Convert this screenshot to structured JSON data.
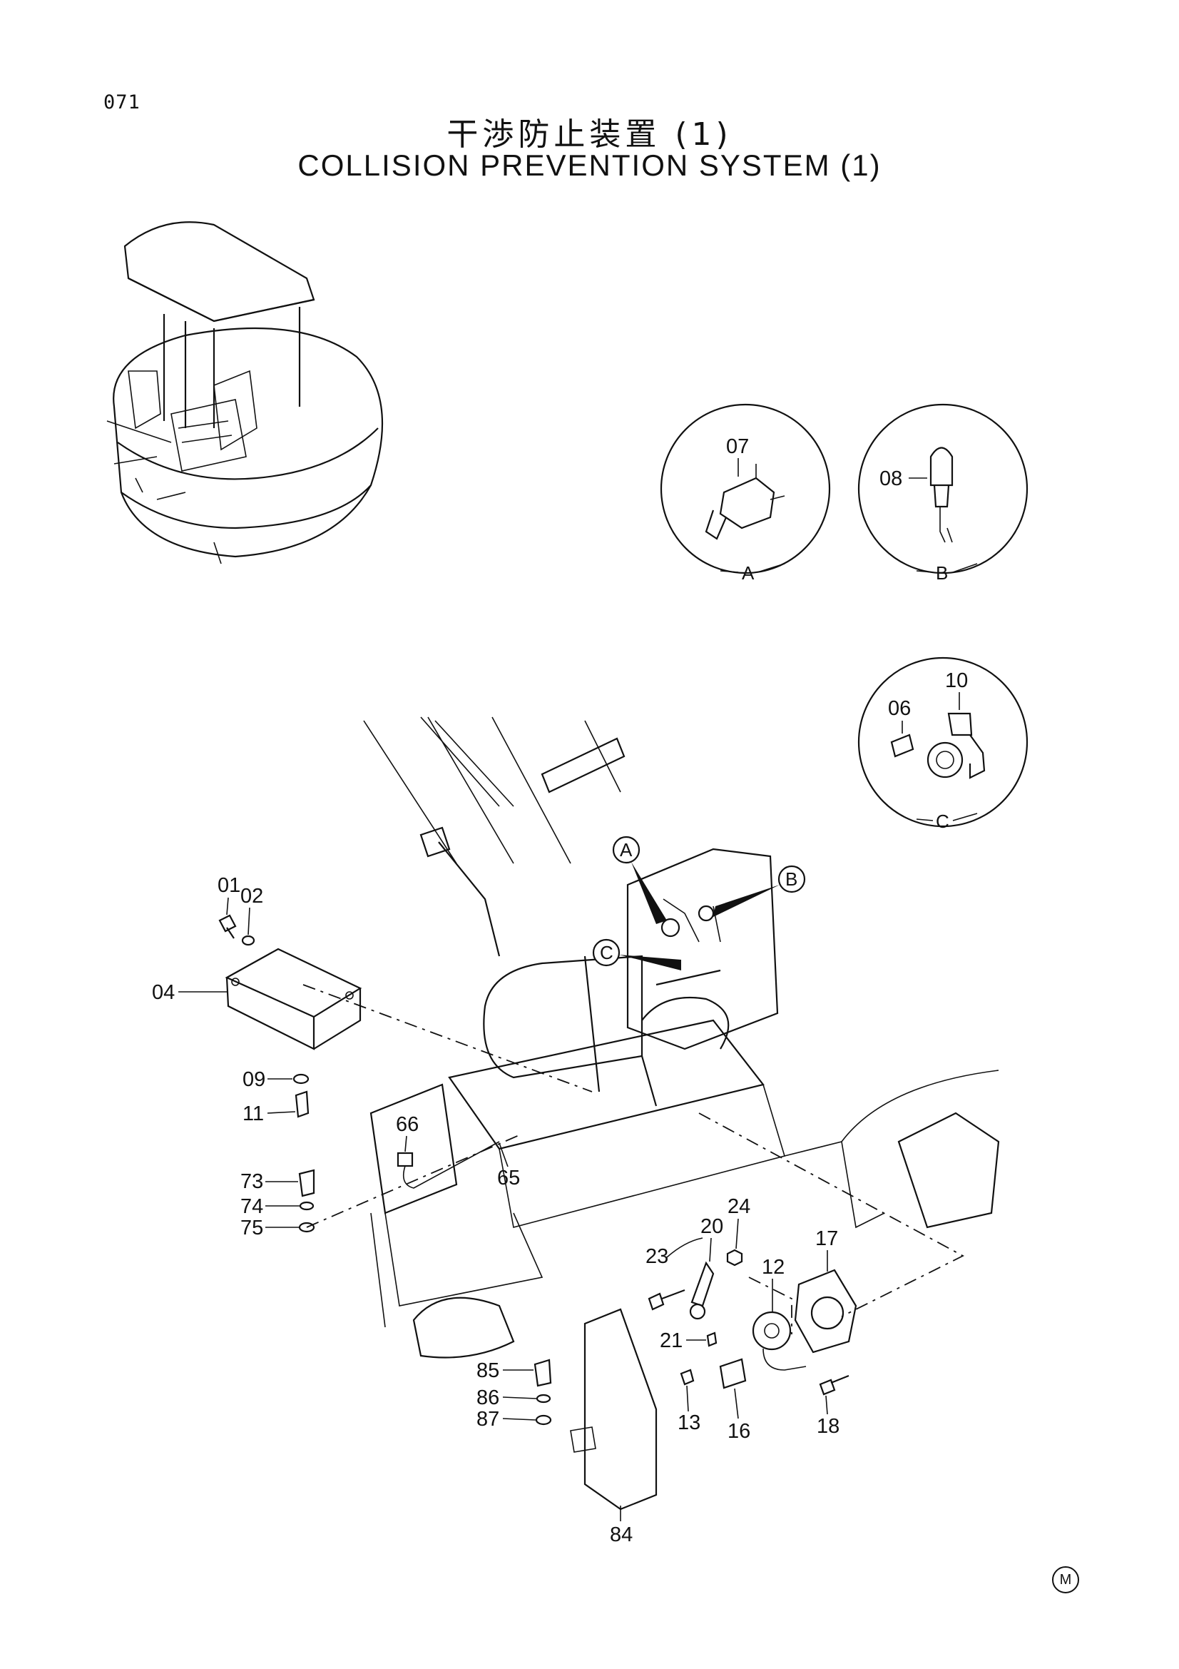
{
  "header": {
    "page_code": "071",
    "title_jp": "干渉防止装置 (1)",
    "title_en": "COLLISION PREVENTION SYSTEM (1)"
  },
  "details": {
    "A": {
      "letter": "A",
      "part": "07"
    },
    "B": {
      "letter": "B",
      "part": "08"
    },
    "C": {
      "letter": "C",
      "parts": [
        "06",
        "10"
      ]
    }
  },
  "main_callouts": [
    "A",
    "B",
    "C"
  ],
  "part_labels": {
    "p01": "01",
    "p02": "02",
    "p04": "04",
    "p09": "09",
    "p11": "11",
    "p66": "66",
    "p65": "65",
    "p73": "73",
    "p74": "74",
    "p75": "75",
    "p20": "20",
    "p24": "24",
    "p23": "23",
    "p17": "17",
    "p12": "12",
    "p21": "21",
    "p13": "13",
    "p16": "16",
    "p18": "18",
    "p85": "85",
    "p86": "86",
    "p87": "87",
    "p84": "84"
  },
  "footer_mark": "M"
}
